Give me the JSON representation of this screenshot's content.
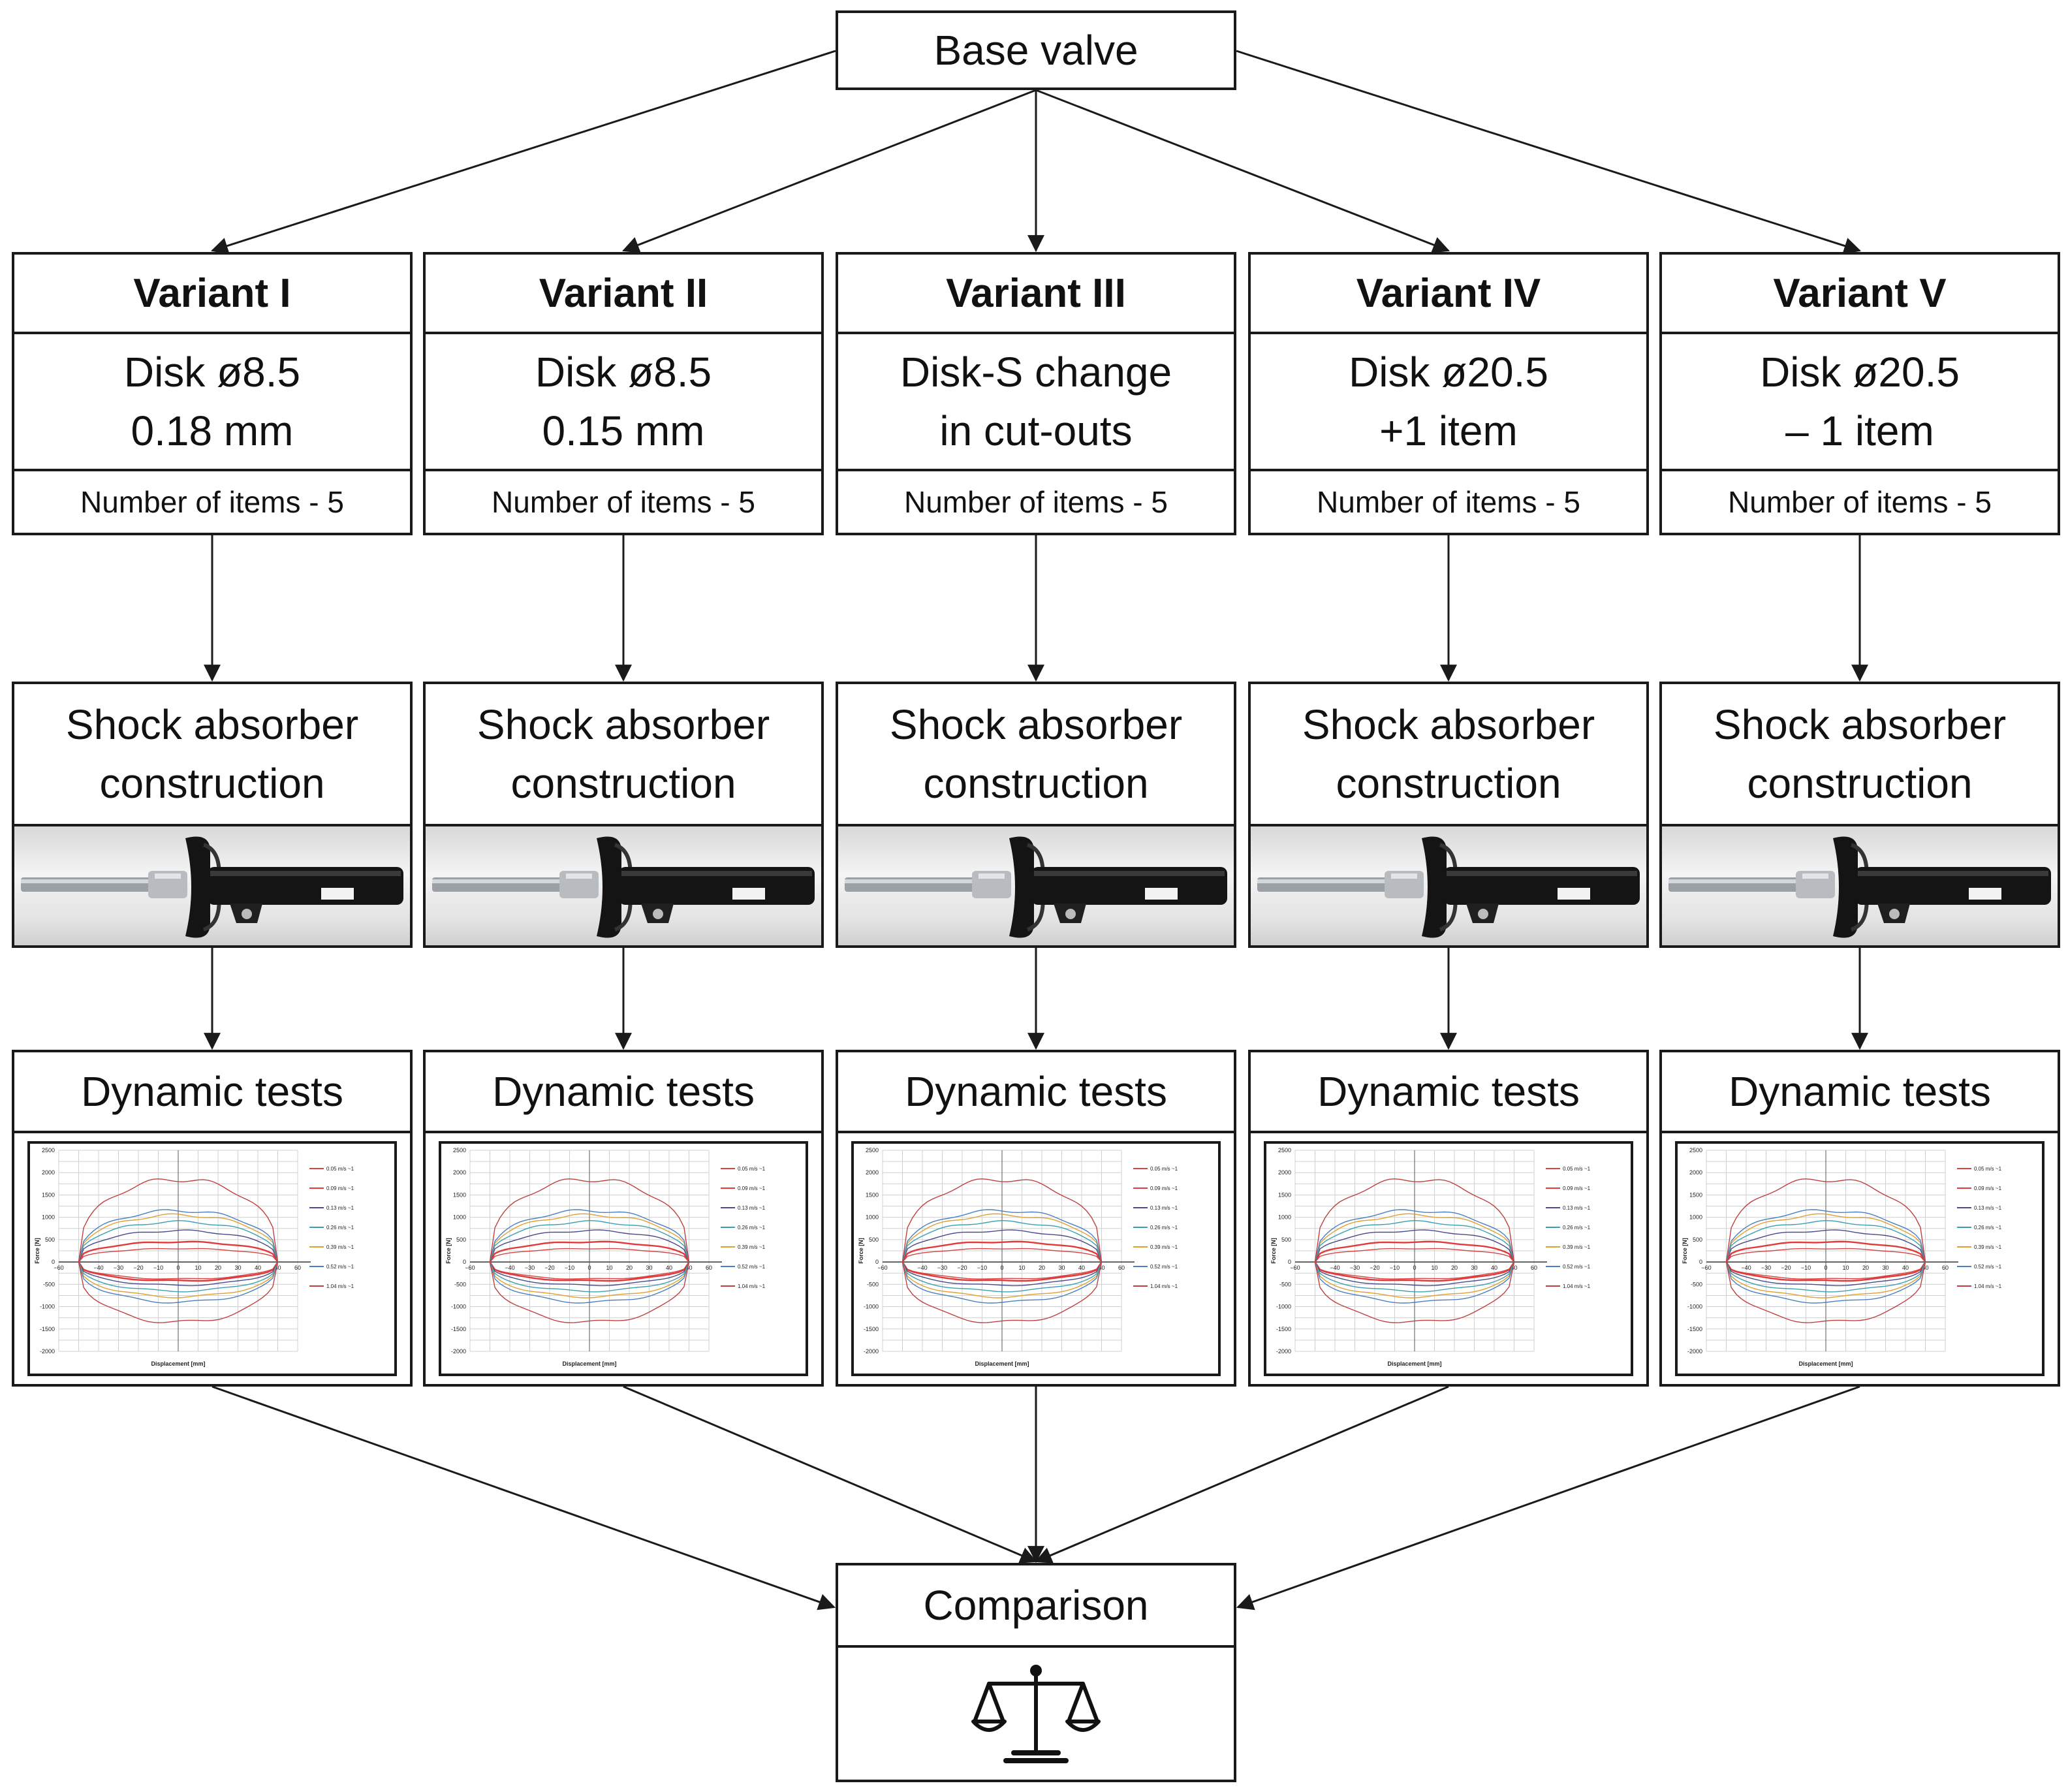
{
  "base": {
    "title": "Base valve"
  },
  "variants": [
    {
      "title": "Variant I",
      "line1": "Disk ø8.5",
      "line2": "0.18 mm",
      "items": "Number of items -  5"
    },
    {
      "title": "Variant II",
      "line1": "Disk ø8.5",
      "line2": "0.15 mm",
      "items": "Number of items -  5"
    },
    {
      "title": "Variant III",
      "line1": "Disk-S change",
      "line2": "in cut-outs",
      "items": "Number of items -  5"
    },
    {
      "title": "Variant IV",
      "line1": "Disk ø20.5",
      "line2": "+1 item",
      "items": "Number of items -  5"
    },
    {
      "title": "Variant V",
      "line1": "Disk ø20.5",
      "line2": "– 1 item",
      "items": "Number of items -  5"
    }
  ],
  "construction": {
    "line1": "Shock absorber",
    "line2": "construction"
  },
  "dynamic": {
    "title": "Dynamic tests"
  },
  "comparison": {
    "title": "Comparison",
    "icon": "balance-scale-icon"
  },
  "chart_data": {
    "type": "line",
    "xlabel": "Displacement [mm]",
    "ylabel": "Force [N]",
    "xlim": [
      -60,
      60
    ],
    "ylim": [
      -2000,
      2500
    ],
    "xticks": [
      -60,
      -40,
      -30,
      -20,
      -10,
      0,
      10,
      20,
      30,
      40,
      50,
      60
    ],
    "yticks": [
      2500,
      2000,
      1500,
      1000,
      500,
      0,
      -500,
      -1000,
      -1500,
      -2000
    ],
    "grid": true,
    "legend_position": "right",
    "series": [
      {
        "name": "0.05 m/s ~1",
        "color": "#d64545",
        "top": 300,
        "bottom": -380
      },
      {
        "name": "0.09 m/s ~1",
        "color": "#e03a3a",
        "top": 450,
        "bottom": -420
      },
      {
        "name": "0.13 m/s ~1",
        "color": "#4a4a8a",
        "top": 700,
        "bottom": -520
      },
      {
        "name": "0.26 m/s ~1",
        "color": "#3aa0b0",
        "top": 900,
        "bottom": -650
      },
      {
        "name": "0.39 m/s ~1",
        "color": "#e0a030",
        "top": 1050,
        "bottom": -780
      },
      {
        "name": "0.52 m/s ~1",
        "color": "#4a7fc0",
        "top": 1150,
        "bottom": -900
      },
      {
        "name": "1.04 m/s ~1",
        "color": "#c04040",
        "top": 1850,
        "bottom": -1350
      }
    ]
  },
  "colors": {
    "line": "#1a1a1a",
    "body_dark": "#141414",
    "rod": "#9aa0a6"
  }
}
